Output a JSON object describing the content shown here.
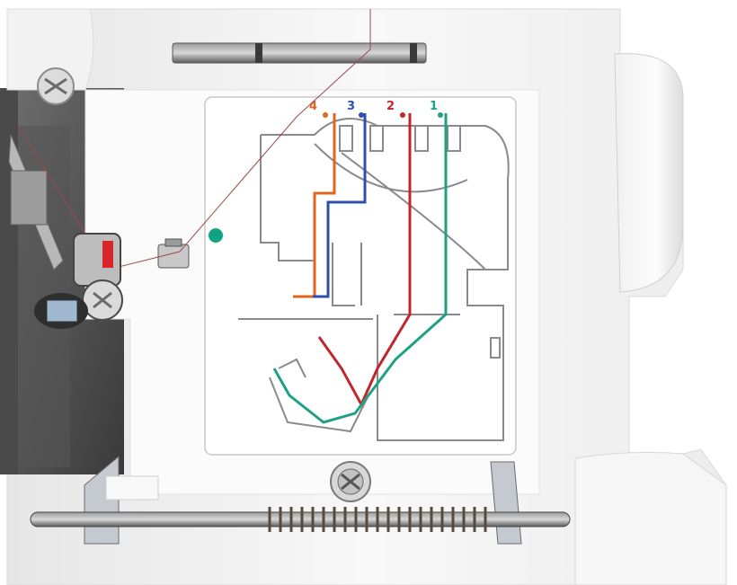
{
  "threading_labels": [
    {
      "number": "4",
      "color": "#e0661c"
    },
    {
      "number": "3",
      "color": "#2f4fb0"
    },
    {
      "number": "2",
      "color": "#c0262b"
    },
    {
      "number": "1",
      "color": "#1fa086"
    }
  ],
  "colors": {
    "machine_body": "#f4f4f4",
    "panel": "#fafafa",
    "diagram_line": "#8a8a8a",
    "indicator_dot": "#13a383",
    "metal_dark": "#4c4c4c"
  },
  "objects": [
    "sewing-machine-front",
    "threading-diagram",
    "tension-guide",
    "thread-guide-bar",
    "presser-spring-rod",
    "panel-screw",
    "side-mechanism"
  ]
}
